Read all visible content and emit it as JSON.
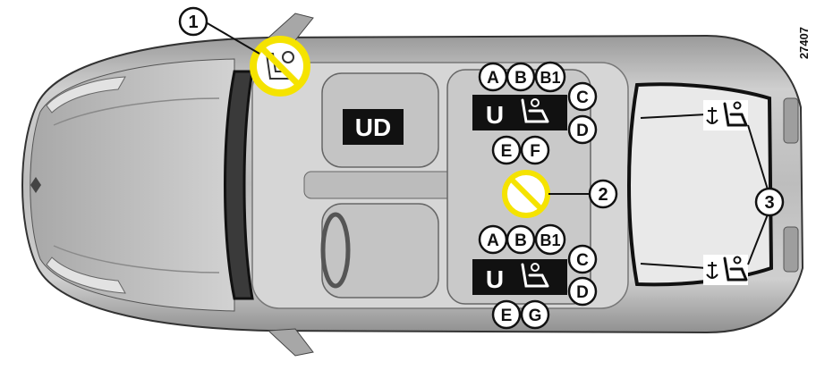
{
  "figure_id": "27407",
  "callouts": [
    "1",
    "2",
    "3"
  ],
  "front_passenger": {
    "label": "UD"
  },
  "rear_left": {
    "row1": [
      "A",
      "B",
      "B1"
    ],
    "right": [
      "C",
      "D"
    ],
    "row2": [
      "E",
      "F"
    ],
    "box_letter": "U"
  },
  "rear_right": {
    "row1": [
      "A",
      "B",
      "B1"
    ],
    "right": [
      "C",
      "D"
    ],
    "row2": [
      "E",
      "G"
    ],
    "box_letter": "U"
  },
  "colors": {
    "prohibited": "#f5e300",
    "label_bg": "#111111",
    "car_body": "#b9b9b9"
  },
  "icons": [
    "child-seat-prohibited-icon",
    "child-seat-icon",
    "anchor-icon",
    "isofix-child-seat-icon"
  ]
}
